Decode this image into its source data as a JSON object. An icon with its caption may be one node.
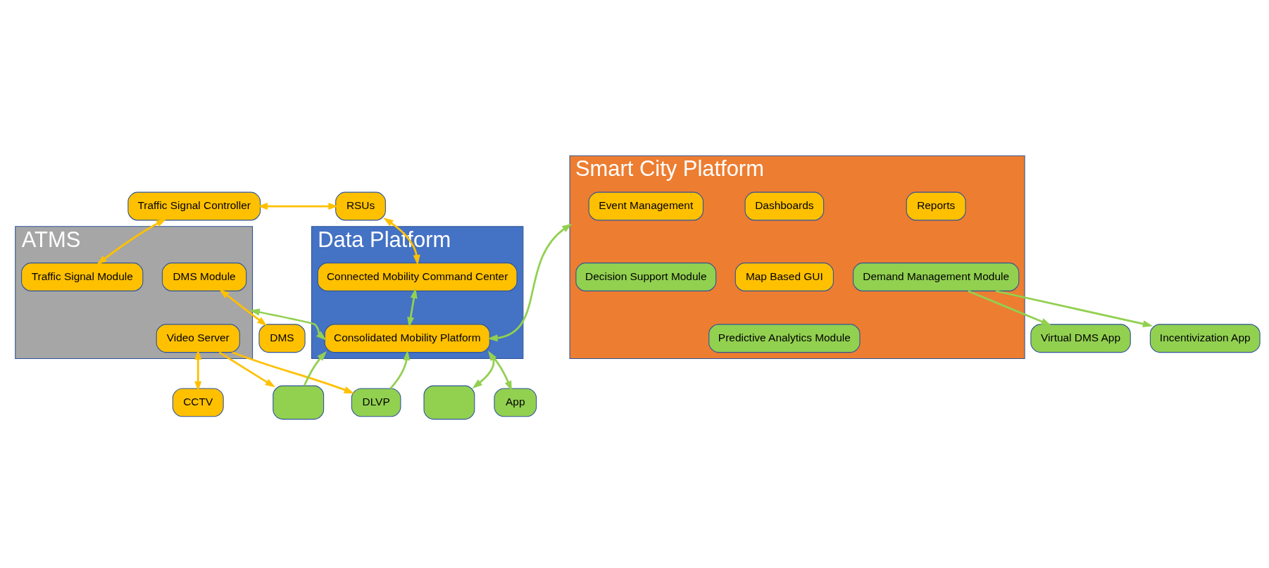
{
  "diagram": {
    "nodes": [
      {
        "text": [
          "Traffic Signal Controller"
        ]
      },
      {
        "text": [
          "RSUs"
        ]
      },
      {
        "text": [
          "ATMS"
        ]
      },
      {
        "text": [
          "DMS Module"
        ],
        "in": 2
      },
      {
        "text": [
          "Traffic Signal Module"
        ],
        "in": 2
      },
      {
        "text": [
          "Video Server"
        ],
        "in": 2
      },
      {
        "text": [
          "Data Platform"
        ]
      },
      {
        "text": [
          "Connected Mobility Command Center"
        ],
        "in": 6
      },
      {
        "text": [
          "Consolidated Mobility Platform"
        ],
        "in": 6
      },
      {
        "text": [
          "Smart City Platform"
        ]
      },
      {
        "text": [
          "Dashboards"
        ],
        "in": 9
      },
      {
        "text": [
          "Reports"
        ],
        "in": 9
      },
      {
        "text": [
          "Event Management"
        ],
        "in": 9
      },
      {
        "text": [
          "Map Based GUI"
        ],
        "in": 9
      },
      {
        "text": [
          "Predictive Analytics Module"
        ],
        "in": 9
      },
      {
        "text": [
          "Demand Management Module"
        ],
        "in": 9
      },
      {
        "text": [
          "Decision Support Module"
        ],
        "in": 9
      },
      {
        "text": [
          "DMS"
        ]
      },
      {
        "text": [
          "CCTV"
        ]
      },
      {
        "text": [],
        "shape": "box"
      },
      {
        "text": [
          "DLVP"
        ]
      },
      {
        "text": [],
        "shape": "box"
      },
      {
        "text": [
          "App"
        ]
      },
      {
        "text": [
          "Virtual DMS App"
        ]
      },
      {
        "text": [
          "Incentivization App"
        ]
      }
    ],
    "edges": [
      {
        "from": 0,
        "to": 1,
        "arrow": "both",
        "color": "#ffc000"
      },
      {
        "from": 0,
        "to": 4,
        "arrow": "both",
        "color": "#ffc000"
      },
      {
        "from": 1,
        "to": 7,
        "arrow": "both",
        "color": "#ffc000"
      },
      {
        "from": 3,
        "to": 17,
        "arrow": "both",
        "color": "#ffc000"
      },
      {
        "from": 5,
        "to": 18,
        "arrow": "both",
        "color": "#ffc000"
      },
      {
        "from": 5,
        "to": 19,
        "arrow": "to",
        "color": "#ffc000"
      },
      {
        "from": 5,
        "to": 20,
        "arrow": "to",
        "color": "#ffc000"
      },
      {
        "from": 7,
        "to": 8,
        "arrow": "both"
      },
      {
        "from": 2,
        "to": 8,
        "arrow": "both"
      },
      {
        "from": 8,
        "to": 9,
        "arrow": "both"
      },
      {
        "from": 19,
        "to": 8,
        "arrow": "to"
      },
      {
        "from": 20,
        "to": 8,
        "arrow": "to"
      },
      {
        "from": 21,
        "to": 8,
        "arrow": "both"
      },
      {
        "from": 8,
        "to": 22,
        "arrow": "to"
      },
      {
        "from": 15,
        "to": 23,
        "arrow": "to"
      },
      {
        "from": 15,
        "to": 24,
        "arrow": "to"
      }
    ]
  }
}
